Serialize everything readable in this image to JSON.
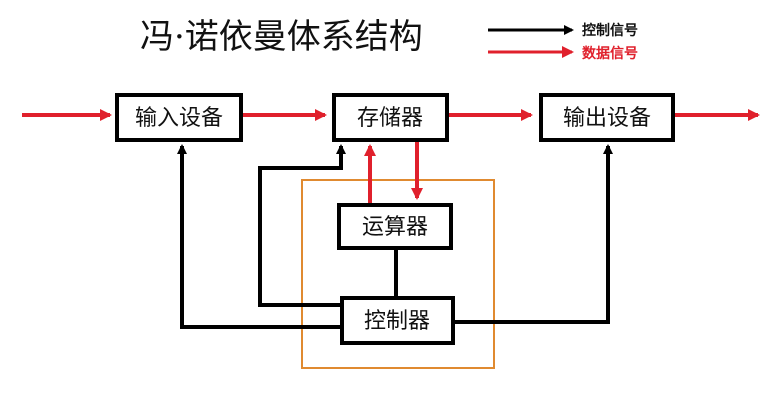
{
  "title": "冯·诺依曼体系结构",
  "legend": {
    "control_label": "控制信号",
    "data_label": "数据信号"
  },
  "boxes": {
    "input": "输入设备",
    "memory": "存储器",
    "output": "输出设备",
    "alu": "运算器",
    "controller": "控制器"
  },
  "colors": {
    "control_signal": "#000000",
    "data_signal": "#e0202c",
    "cpu_outline": "#e08a30"
  }
}
